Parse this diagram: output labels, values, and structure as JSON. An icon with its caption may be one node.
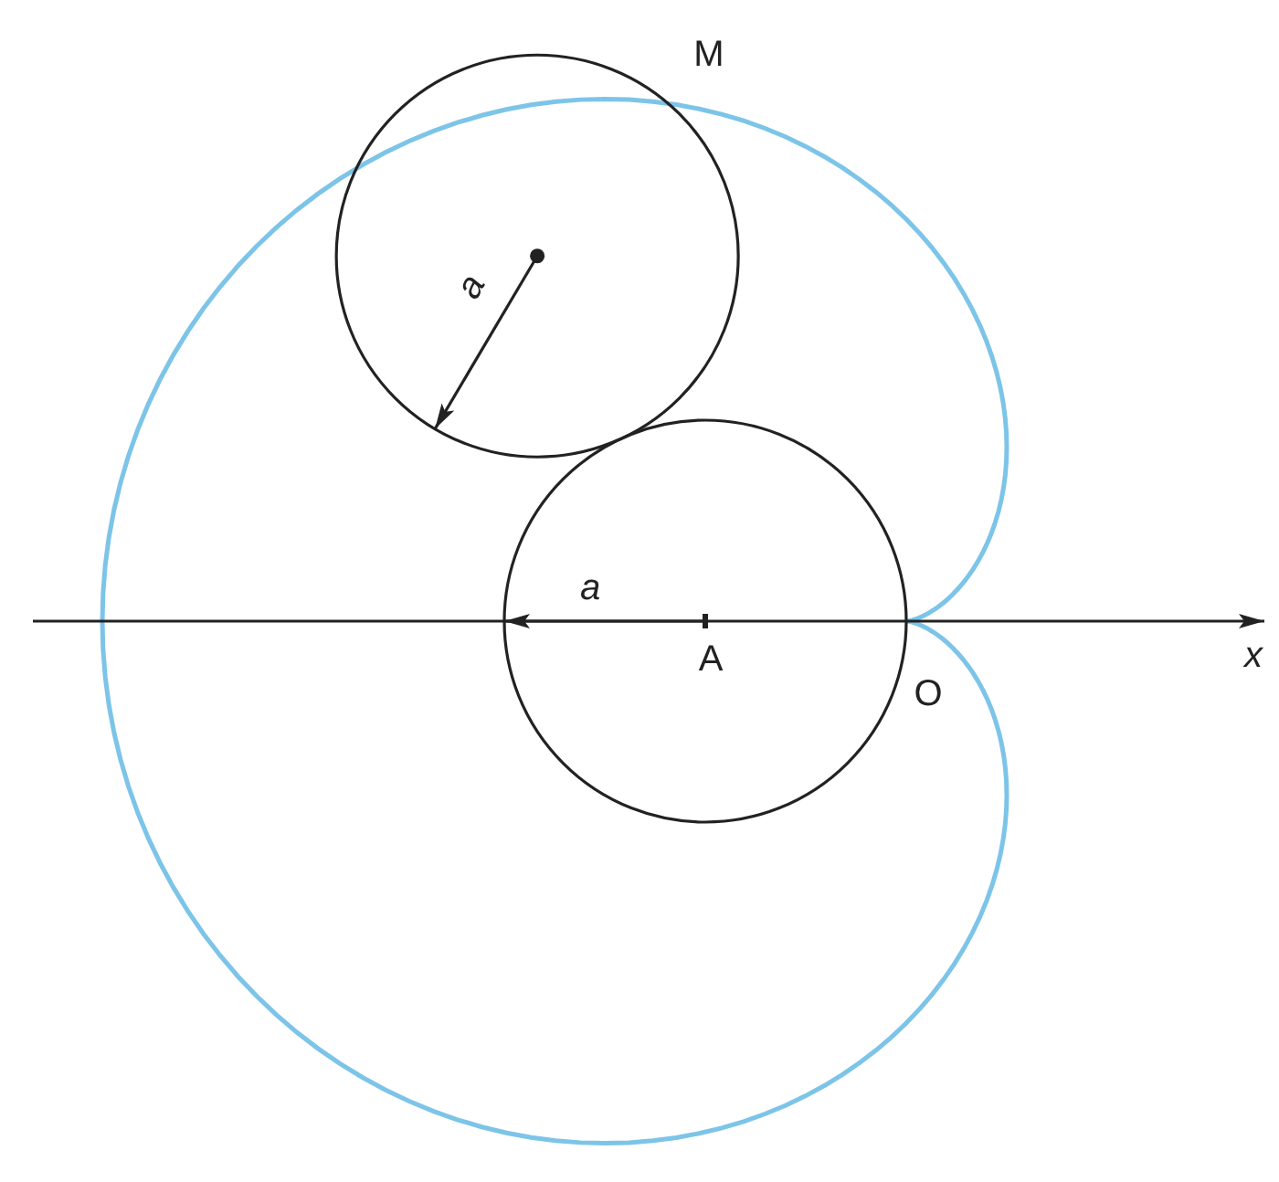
{
  "diagram": {
    "labels": [
      "M",
      "a",
      "a",
      "A",
      "x",
      "O"
    ]
  }
}
